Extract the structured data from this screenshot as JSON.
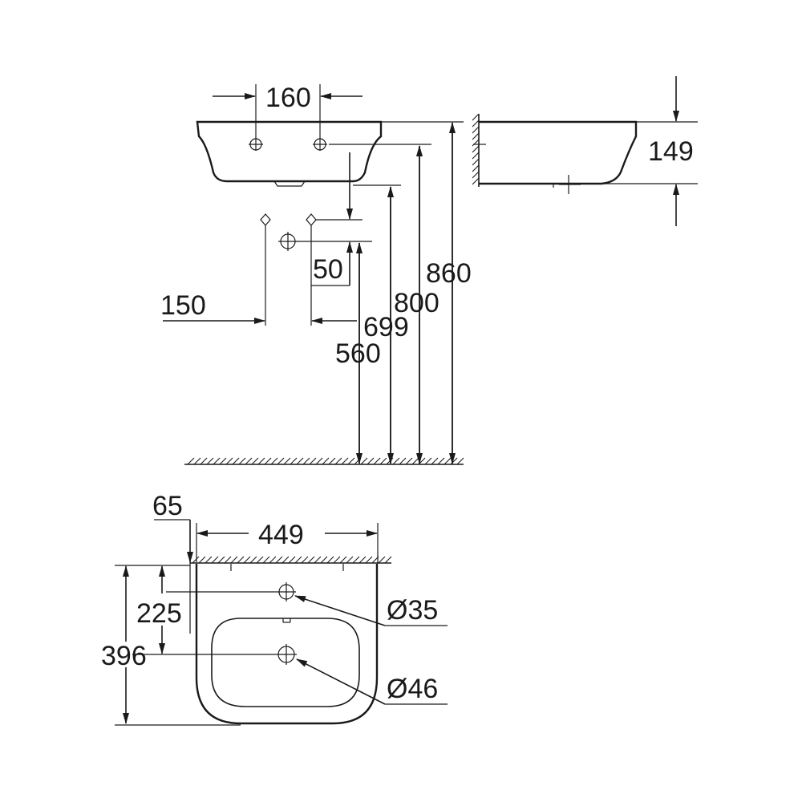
{
  "dimensions": {
    "tap_hole_spacing": "160",
    "basin_height": "149",
    "overflow_to_drain_offset": "50",
    "wall_bracket_spacing": "150",
    "height_to_bracket": "699",
    "height_to_drain": "560",
    "height_to_underside": "800",
    "height_to_rim": "860",
    "wall_offset": "65",
    "basin_width": "449",
    "tap_hole_depth": "225",
    "basin_depth": "396",
    "tap_hole_diameter": "Ø35",
    "drain_diameter": "Ø46"
  }
}
